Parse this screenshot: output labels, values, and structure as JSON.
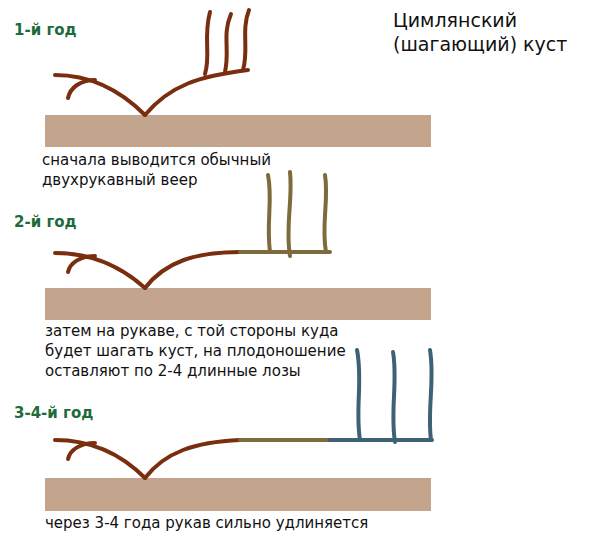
{
  "diagram": {
    "title": "Цимлянский (шагающий) куст",
    "labels": [
      "1-й год",
      "сначала выводится обычный двухрукавный веер",
      "2-й год",
      "затем на рукаве, с той стороны куда будет шагать куст, на плодоношение оставляют по 2-4 длинные лозы",
      "3-4-й год",
      "через 3-4 года рукав сильно удлиняется"
    ]
  }
}
